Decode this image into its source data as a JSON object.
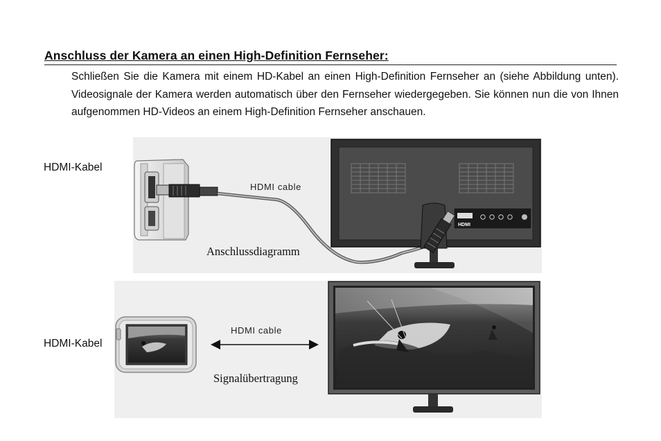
{
  "heading": "Anschluss der Kamera an einen High-Definition Fernseher:",
  "paragraph": "Schließen Sie die Kamera mit einem HD-Kabel an einen High-Definition Fernseher an (siehe Abbildung unten). Videosignale der Kamera werden automatisch über den Fernseher wiedergegeben. Sie können nun die von Ihnen aufgenommen HD-Videos an einem High-Definition Fernseher anschauen.",
  "diagram_top": {
    "side_label": "HDMI-Kabel",
    "cable_label": "HDMI cable",
    "caption": "Anschlussdiagramm",
    "tv_port_label": "HDMI"
  },
  "diagram_bottom": {
    "side_label": "HDMI-Kabel",
    "cable_label": "HDMI cable",
    "caption": "Signalübertragung"
  },
  "colors": {
    "panel_bg": "#eeeeee",
    "tv_frame": "#2e2e2e",
    "tv_screen": "#4a4a4a"
  }
}
